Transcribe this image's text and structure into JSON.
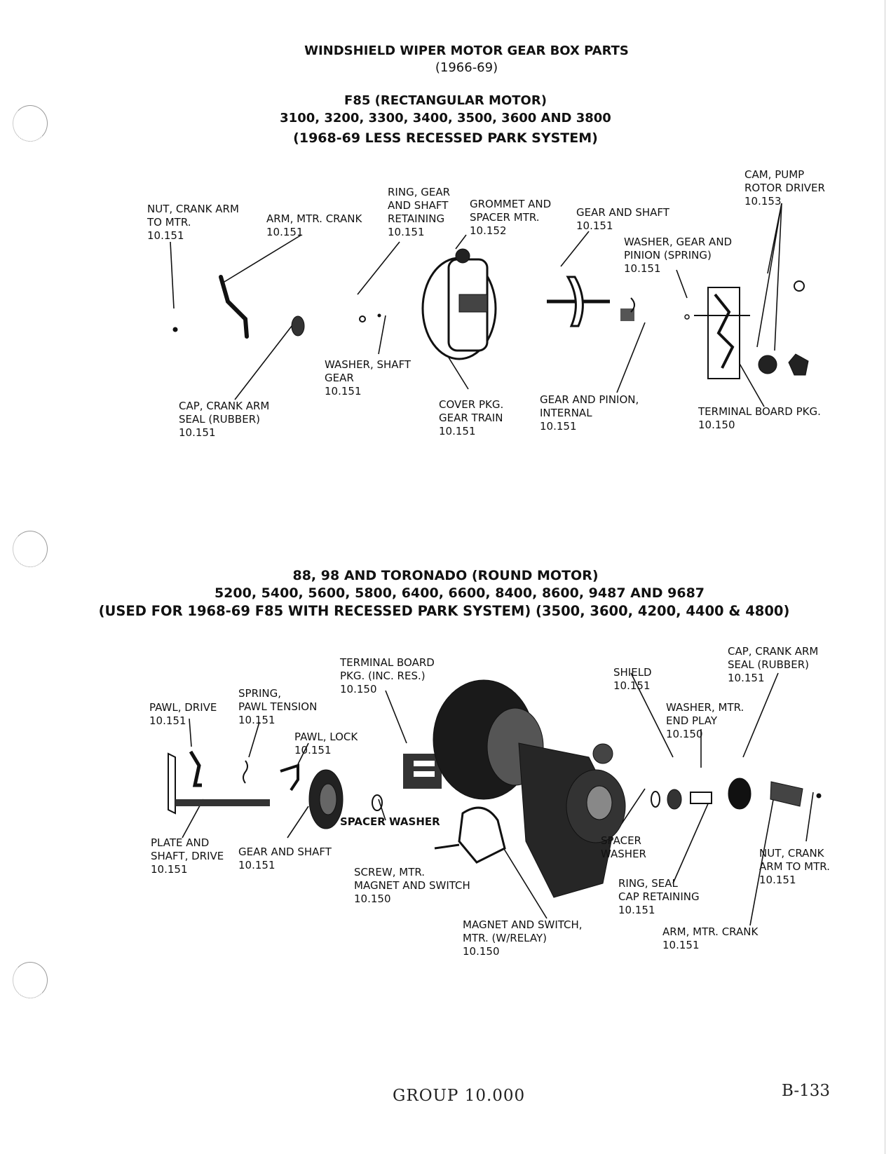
{
  "page_title": {
    "line1": "WINDSHIELD WIPER MOTOR GEAR BOX PARTS",
    "line2": "(1966-69)"
  },
  "section1": {
    "title_lines": [
      "F85 (RECTANGULAR MOTOR)",
      "3100, 3200, 3300, 3400, 3500, 3600 AND 3800",
      "(1968-69 LESS RECESSED PARK SYSTEM)"
    ],
    "callouts": {
      "nut_crank_arm": [
        "NUT, CRANK ARM",
        "TO MTR.",
        "10.151"
      ],
      "arm_mtr_crank": [
        "ARM, MTR. CRANK",
        "10.151"
      ],
      "ring_gear_shaft": [
        "RING, GEAR",
        "AND SHAFT",
        "RETAINING",
        "10.151"
      ],
      "grommet_spacer": [
        "GROMMET AND",
        "SPACER MTR.",
        "10.152"
      ],
      "gear_and_shaft": [
        "GEAR AND SHAFT",
        "10.151"
      ],
      "cam_pump": [
        "CAM, PUMP",
        "ROTOR DRIVER",
        "10.153"
      ],
      "washer_gear_pinion": [
        "WASHER, GEAR AND",
        "PINION (SPRING)",
        "10.151"
      ],
      "washer_shaft_gear": [
        "WASHER, SHAFT",
        "GEAR",
        "10.151"
      ],
      "cap_crank_arm_seal": [
        "CAP, CRANK ARM",
        "SEAL (RUBBER)",
        "10.151"
      ],
      "cover_pkg": [
        "COVER PKG.",
        "GEAR TRAIN",
        "10.151"
      ],
      "gear_pinion_internal": [
        "GEAR AND PINION,",
        "INTERNAL",
        "10.151"
      ],
      "terminal_board": [
        "TERMINAL BOARD PKG.",
        "10.150"
      ]
    }
  },
  "section2": {
    "title_lines": [
      "88, 98 AND TORONADO (ROUND MOTOR)",
      "5200, 5400, 5600, 5800, 6400, 6600, 8400, 8600, 9487 AND 9687",
      "(USED FOR 1968-69 F85 WITH RECESSED PARK SYSTEM) (3500, 3600, 4200, 4400 & 4800)"
    ],
    "callouts": {
      "terminal_board_res": [
        "TERMINAL BOARD",
        "PKG. (INC. RES.)",
        "10.150"
      ],
      "shield": [
        "SHIELD",
        "10.151"
      ],
      "cap_crank_arm_seal": [
        "CAP, CRANK ARM",
        "SEAL (RUBBER)",
        "10.151"
      ],
      "spring_pawl": [
        "SPRING,",
        "PAWL TENSION",
        "10.151"
      ],
      "pawl_drive": [
        "PAWL, DRIVE",
        "10.151"
      ],
      "washer_end_play": [
        "WASHER, MTR.",
        "END PLAY",
        "10.150"
      ],
      "pawl_lock": [
        "PAWL, LOCK",
        "10.151"
      ],
      "spacer_washer_left": [
        "SPACER WASHER"
      ],
      "plate_shaft_drive": [
        "PLATE AND",
        "SHAFT, DRIVE",
        "10.151"
      ],
      "gear_and_shaft": [
        "GEAR AND SHAFT",
        "10.151"
      ],
      "spacer_washer_right": [
        "SPACER",
        "WASHER"
      ],
      "nut_crank_arm": [
        "NUT, CRANK",
        "ARM TO MTR.",
        "10.151"
      ],
      "screw_magnet_switch": [
        "SCREW, MTR.",
        "MAGNET AND SWITCH",
        "10.150"
      ],
      "ring_seal_cap": [
        "RING, SEAL",
        "CAP RETAINING",
        "10.151"
      ],
      "magnet_switch_relay": [
        "MAGNET AND SWITCH,",
        "MTR. (W/RELAY)",
        "10.150"
      ],
      "arm_mtr_crank": [
        "ARM, MTR. CRANK",
        "10.151"
      ]
    }
  },
  "footer": {
    "group": "GROUP 10.000",
    "page_number": "B-133"
  },
  "colors": {
    "ink": "#111111",
    "paper": "#ffffff"
  }
}
